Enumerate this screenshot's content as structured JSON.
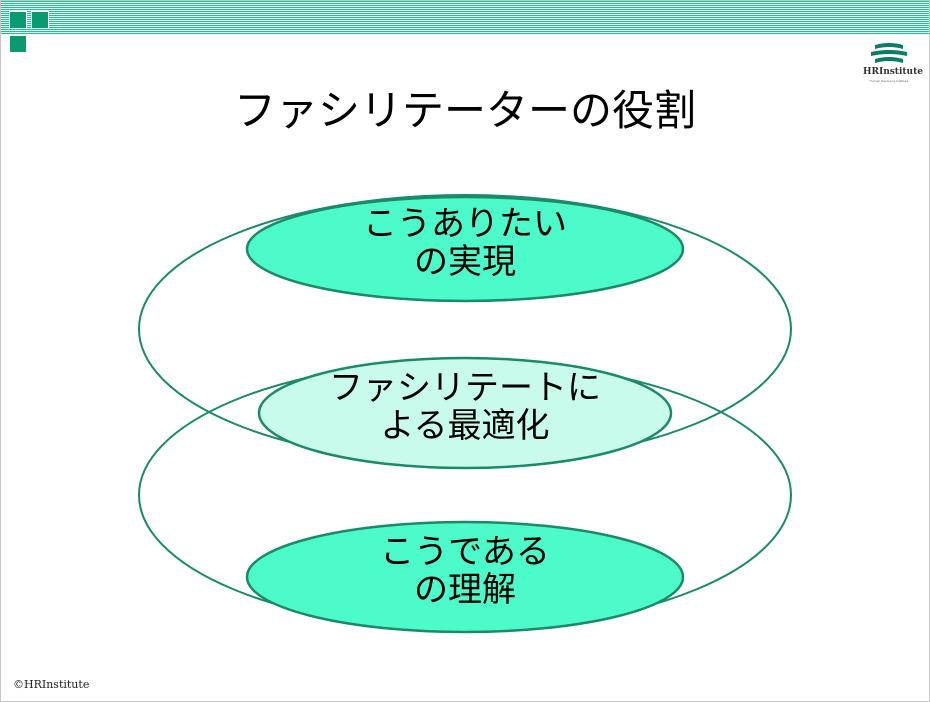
{
  "slide": {
    "title": "ファシリテーターの役割",
    "copyright": "©HRInstitute"
  },
  "logo": {
    "name": "HRInstitute",
    "tagline": "Human Resource Institute"
  },
  "diagram": {
    "top_ellipse_label_line1": "こうありたい",
    "top_ellipse_label_line2": "の実現",
    "middle_ellipse_label_line1": "ファシリテートに",
    "middle_ellipse_label_line2": "よる最適化",
    "bottom_ellipse_label_line1": "こうである",
    "bottom_ellipse_label_line2": "の理解"
  },
  "colors": {
    "accent": "#0a9a72",
    "fill_strong": "#4dfac9",
    "fill_light": "#c8fbeb",
    "stroke": "#1a8a68"
  }
}
